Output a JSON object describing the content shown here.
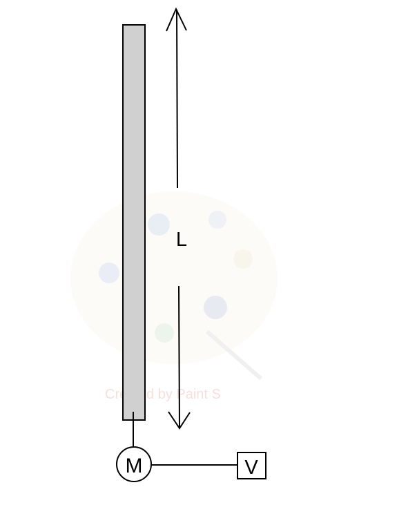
{
  "diagram": {
    "length_label": "L",
    "motor_label": "M",
    "voltmeter_label": "V",
    "watermark_text": "Created by Paint S"
  },
  "colors": {
    "rod_fill": "#d0d0d0",
    "stroke": "#000000",
    "background": "#ffffff"
  }
}
